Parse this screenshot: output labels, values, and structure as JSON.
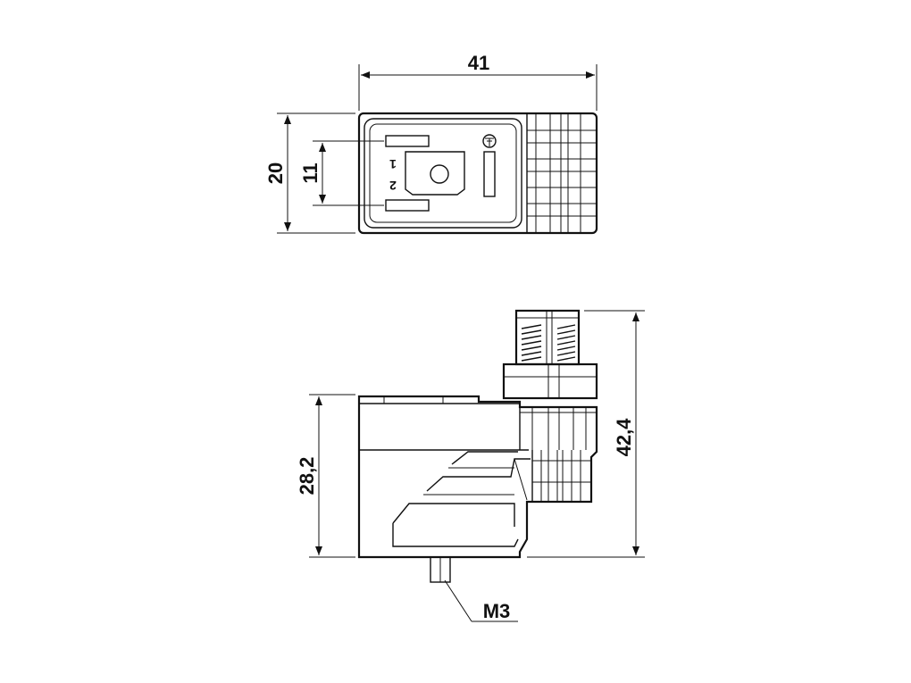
{
  "dimensions": {
    "top_width": "41",
    "top_height": "20",
    "pin_spacing": "11",
    "side_body_height": "28,2",
    "side_total_height": "42,4",
    "thread": "M3"
  },
  "pins": {
    "pin1": "1",
    "pin2": "2"
  }
}
